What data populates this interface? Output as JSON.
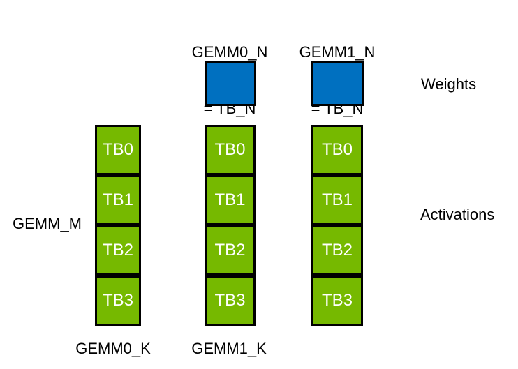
{
  "colors": {
    "background": "#FFFFFF",
    "weights_fill": "#0070C0",
    "activations_fill": "#76B900",
    "border": "#000000",
    "tb_text": "#FFFFFF",
    "label_text": "#000000"
  },
  "top_labels": [
    {
      "line1": "GEMM0_N",
      "line2": "= TB_N"
    },
    {
      "line1": "GEMM1_N",
      "line2": "= TB_N"
    }
  ],
  "side_labels": {
    "weights": "Weights",
    "activations": "Activations",
    "gemm_m": "GEMM_M"
  },
  "bottom_labels": {
    "gemm0_k": "GEMM0_K",
    "gemm1_k": "GEMM1_K"
  },
  "thread_blocks": [
    "TB0",
    "TB1",
    "TB2",
    "TB3"
  ],
  "structure": {
    "activation_columns": 3,
    "weight_tiles": 2,
    "thread_blocks_per_column": 4
  }
}
